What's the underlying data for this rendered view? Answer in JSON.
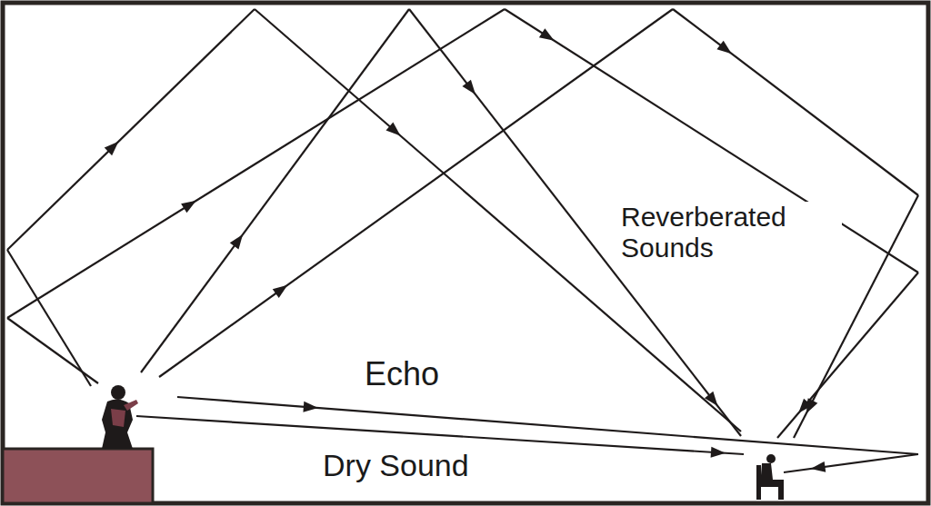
{
  "diagram": {
    "labels": [
      "Reverberated Sounds",
      "Echo",
      "Dry Sound"
    ]
  }
}
